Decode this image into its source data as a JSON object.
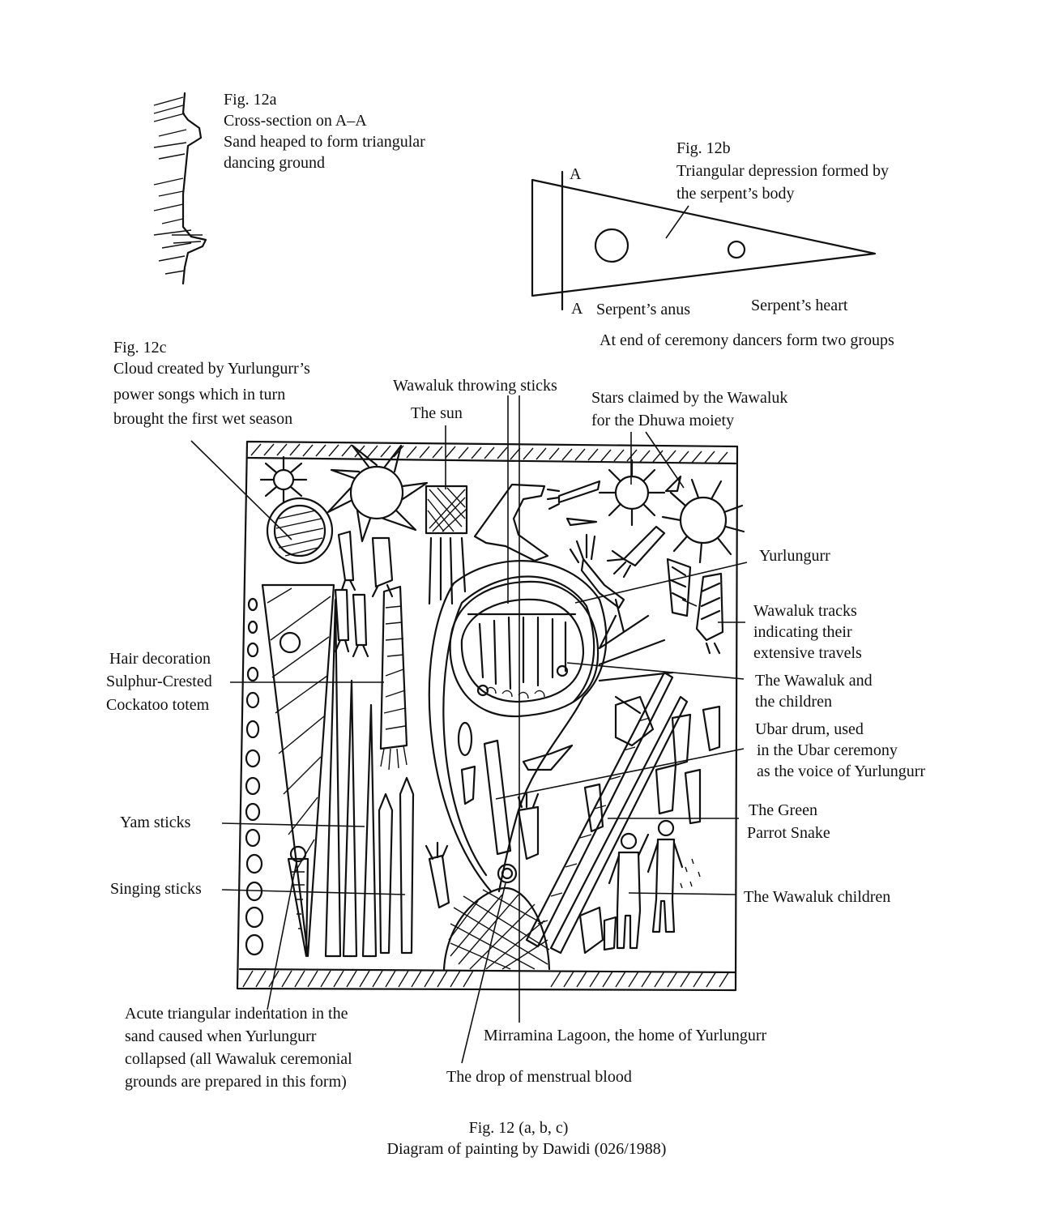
{
  "fig12a": {
    "title": "Fig. 12a",
    "lines": [
      "Cross-section on A–A",
      "Sand heaped to form triangular",
      "dancing ground"
    ]
  },
  "fig12b": {
    "title": "Fig. 12b",
    "lines": [
      "Triangular depression formed by",
      "the serpent’s body"
    ],
    "section_label_top": "A",
    "section_label_bottom": "A",
    "anus_label": "Serpent’s anus",
    "heart_label": "Serpent’s heart",
    "end_note": "At end of ceremony dancers form two groups"
  },
  "fig12c": {
    "title": "Fig. 12c",
    "labels": {
      "cloud": [
        "Cloud created by Yurlungurr’s",
        "power songs which in turn",
        "brought the first wet season"
      ],
      "throwing_sticks": "Wawaluk throwing sticks",
      "sun": "The sun",
      "stars": [
        "Stars claimed by the Wawaluk",
        "for the Dhuwa moiety"
      ],
      "yurlungurr": "Yurlungurr",
      "tracks": [
        "Wawaluk tracks",
        "indicating their",
        "extensive travels"
      ],
      "wawaluk_children": [
        "The Wawaluk and",
        "the children"
      ],
      "ubar": [
        "Ubar drum, used",
        "in the Ubar ceremony",
        "as the voice of Yurlungurr"
      ],
      "green_parrot": [
        "The Green",
        "Parrot Snake"
      ],
      "children": "The Wawaluk children",
      "hair": [
        "Hair decoration",
        "Sulphur-Crested",
        "Cockatoo totem"
      ],
      "yam": "Yam sticks",
      "singing": "Singing sticks",
      "acute": [
        "Acute triangular indentation in the",
        "sand caused when Yurlungurr",
        "collapsed (all Wawaluk  ceremonial",
        "grounds are prepared in this form)"
      ],
      "lagoon": "Mirramina Lagoon, the home of Yurlungurr",
      "blood": "The drop of menstrual blood"
    }
  },
  "caption": {
    "line1": "Fig. 12 (a, b, c)",
    "line2": "Diagram of painting by Dawidi (026/1988)"
  }
}
